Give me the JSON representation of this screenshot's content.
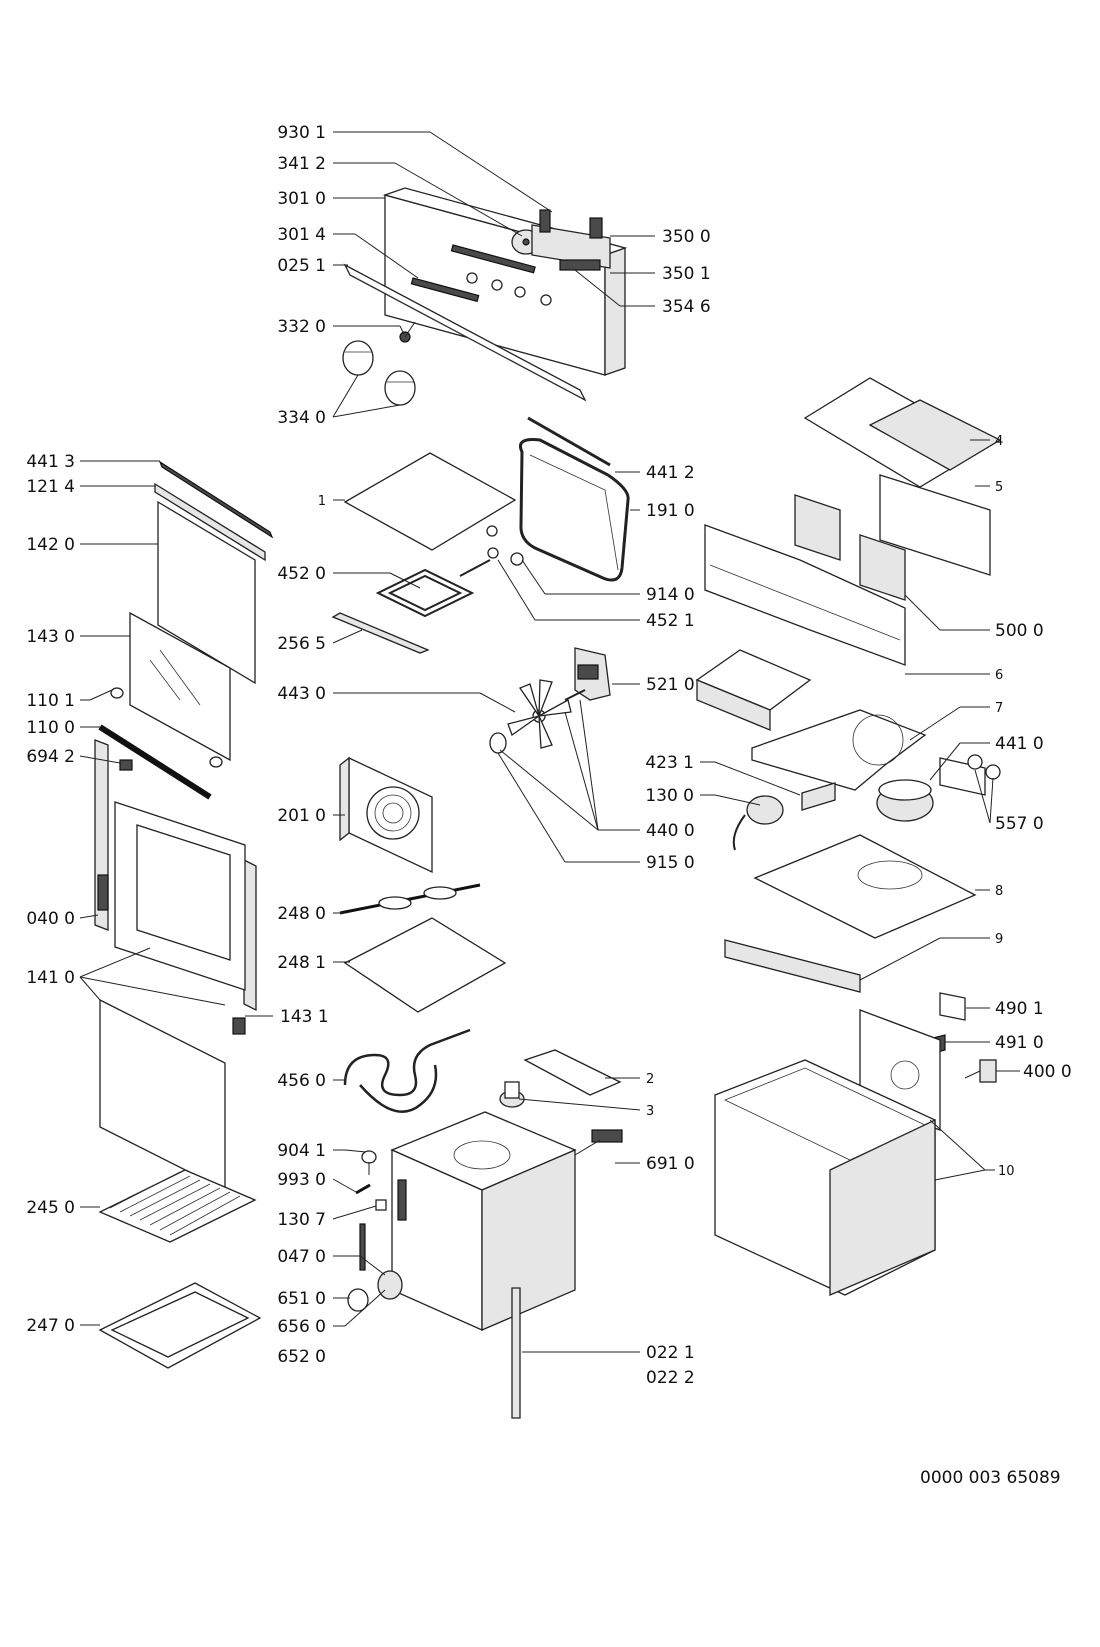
{
  "document_code": "0000 003 65089",
  "callouts": [
    {
      "id": "930-1",
      "text": "930 1"
    },
    {
      "id": "341-2",
      "text": "341 2"
    },
    {
      "id": "301-0",
      "text": "301 0"
    },
    {
      "id": "301-4",
      "text": "301 4"
    },
    {
      "id": "025-1",
      "text": "025 1"
    },
    {
      "id": "332-0",
      "text": "332 0"
    },
    {
      "id": "334-0",
      "text": "334 0"
    },
    {
      "id": "350-0",
      "text": "350 0"
    },
    {
      "id": "350-1",
      "text": "350 1"
    },
    {
      "id": "354-6",
      "text": "354 6"
    },
    {
      "id": "441-3",
      "text": "441 3"
    },
    {
      "id": "121-4",
      "text": "121 4"
    },
    {
      "id": "142-0",
      "text": "142 0"
    },
    {
      "id": "143-0",
      "text": "143 0"
    },
    {
      "id": "110-1",
      "text": "110 1"
    },
    {
      "id": "110-0",
      "text": "110 0"
    },
    {
      "id": "694-2",
      "text": "694 2"
    },
    {
      "id": "040-0",
      "text": "040 0"
    },
    {
      "id": "141-0",
      "text": "141 0"
    },
    {
      "id": "143-1",
      "text": "143 1"
    },
    {
      "id": "245-0",
      "text": "245 0"
    },
    {
      "id": "247-0",
      "text": "247 0"
    },
    {
      "id": "1",
      "text": "1"
    },
    {
      "id": "452-0",
      "text": "452 0"
    },
    {
      "id": "256-5",
      "text": "256 5"
    },
    {
      "id": "443-0",
      "text": "443 0"
    },
    {
      "id": "201-0",
      "text": "201 0"
    },
    {
      "id": "248-0",
      "text": "248 0"
    },
    {
      "id": "248-1",
      "text": "248 1"
    },
    {
      "id": "456-0",
      "text": "456 0"
    },
    {
      "id": "904-1",
      "text": "904 1"
    },
    {
      "id": "993-0",
      "text": "993 0"
    },
    {
      "id": "130-7",
      "text": "130 7"
    },
    {
      "id": "047-0",
      "text": "047 0"
    },
    {
      "id": "651-0",
      "text": "651 0"
    },
    {
      "id": "656-0",
      "text": "656 0"
    },
    {
      "id": "652-0",
      "text": "652 0"
    },
    {
      "id": "441-2",
      "text": "441 2"
    },
    {
      "id": "191-0",
      "text": "191 0"
    },
    {
      "id": "914-0",
      "text": "914 0"
    },
    {
      "id": "452-1",
      "text": "452 1"
    },
    {
      "id": "521-0",
      "text": "521 0"
    },
    {
      "id": "440-0",
      "text": "440 0"
    },
    {
      "id": "915-0",
      "text": "915 0"
    },
    {
      "id": "423-1",
      "text": "423 1"
    },
    {
      "id": "130-0",
      "text": "130 0"
    },
    {
      "id": "2",
      "text": "2"
    },
    {
      "id": "3",
      "text": "3"
    },
    {
      "id": "691-0",
      "text": "691 0"
    },
    {
      "id": "022-1",
      "text": "022 1"
    },
    {
      "id": "022-2",
      "text": "022 2"
    },
    {
      "id": "4",
      "text": "4"
    },
    {
      "id": "5",
      "text": "5"
    },
    {
      "id": "500-0",
      "text": "500 0"
    },
    {
      "id": "6",
      "text": "6"
    },
    {
      "id": "7",
      "text": "7"
    },
    {
      "id": "441-0",
      "text": "441 0"
    },
    {
      "id": "557-0",
      "text": "557 0"
    },
    {
      "id": "8",
      "text": "8"
    },
    {
      "id": "9",
      "text": "9"
    },
    {
      "id": "490-1",
      "text": "490 1"
    },
    {
      "id": "491-0",
      "text": "491 0"
    },
    {
      "id": "400-0",
      "text": "400 0"
    },
    {
      "id": "10",
      "text": "10"
    }
  ]
}
